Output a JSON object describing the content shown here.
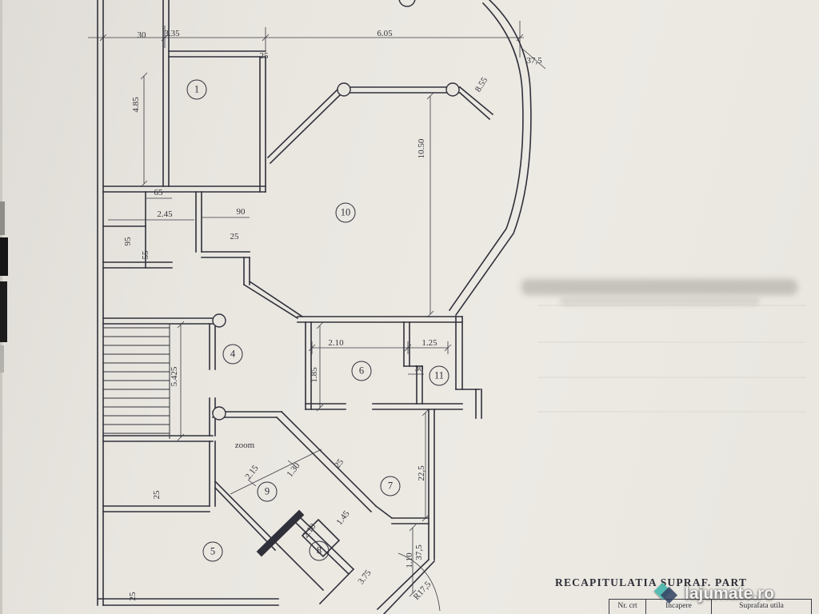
{
  "colors": {
    "ink": "#30303a",
    "paper": "#e9e6e0",
    "watermark_teal": "#3eb4aa",
    "watermark_navy": "#2c3e5f"
  },
  "plan": {
    "rooms": [
      {
        "n": "1"
      },
      {
        "n": "10"
      },
      {
        "n": "4"
      },
      {
        "n": "6"
      },
      {
        "n": "11"
      },
      {
        "n": "9"
      },
      {
        "n": "7"
      },
      {
        "n": "5"
      },
      {
        "n": "8"
      }
    ],
    "dims": [
      {
        "t": "30"
      },
      {
        "t": "3.35"
      },
      {
        "t": "6.05"
      },
      {
        "t": "25"
      },
      {
        "t": "37,5"
      },
      {
        "t": "8.55"
      },
      {
        "t": "4.85"
      },
      {
        "t": "10.50"
      },
      {
        "t": "65"
      },
      {
        "t": "2.45"
      },
      {
        "t": "90"
      },
      {
        "t": "95"
      },
      {
        "t": "25"
      },
      {
        "t": "55"
      },
      {
        "t": "5.425"
      },
      {
        "t": "2.10"
      },
      {
        "t": "1.25"
      },
      {
        "t": "1.85"
      },
      {
        "t": "30"
      },
      {
        "t": "zoom"
      },
      {
        "t": "2.15"
      },
      {
        "t": "1.30"
      },
      {
        "t": "25"
      },
      {
        "t": "22,5"
      },
      {
        "t": "25"
      },
      {
        "t": "1.45"
      },
      {
        "t": "2.10"
      },
      {
        "t": "1.10"
      },
      {
        "t": "37,5"
      },
      {
        "t": "3.75"
      },
      {
        "t": "R17,5"
      },
      {
        "t": "25"
      }
    ]
  },
  "footer": {
    "title": "RECAPITULATIA SUPRAF. PART",
    "table_columns": [
      "Nr. crt",
      "Incapere",
      "Suprafata utila"
    ]
  },
  "watermark": {
    "text": "lajumate.ro"
  }
}
